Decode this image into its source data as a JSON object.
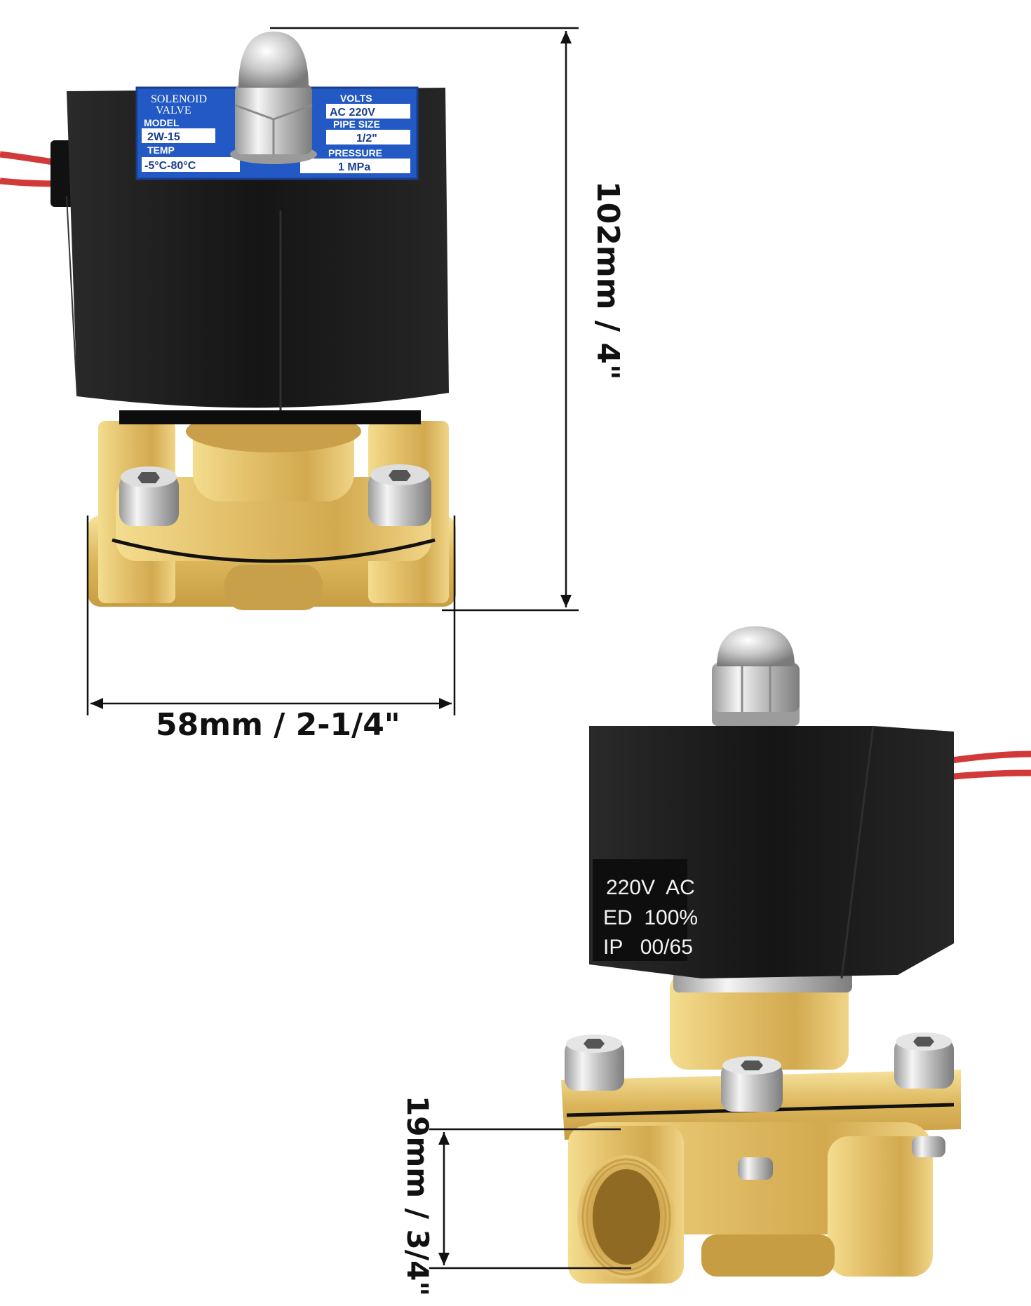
{
  "dimensions": {
    "height_label": "102mm / 4\"",
    "width_label": "58mm / 2-1/4\"",
    "port_label": "19mm / 3/4\""
  },
  "nameplate": {
    "line1": "SOLENOID",
    "line2": "VALVE",
    "model_caption": "MODEL",
    "model_value": "2W-15",
    "temp_caption": "TEMP",
    "temp_value": "-5°C-80°C",
    "volts_caption": "VOLTS",
    "volts_value": "AC 220V",
    "pipe_caption": "PIPE SIZE",
    "pipe_value": "1/2\"",
    "pressure_caption": "PRESSURE",
    "pressure_value": "1 MPa"
  },
  "coil_label": {
    "line1": "220V  AC",
    "line2": "ED  100%",
    "line3": "IP   00/65"
  },
  "colors": {
    "brass": "#d9b45a",
    "coil": "#1c1c1c",
    "plate": "#1f4fb8",
    "wire": "#d23a3a"
  }
}
